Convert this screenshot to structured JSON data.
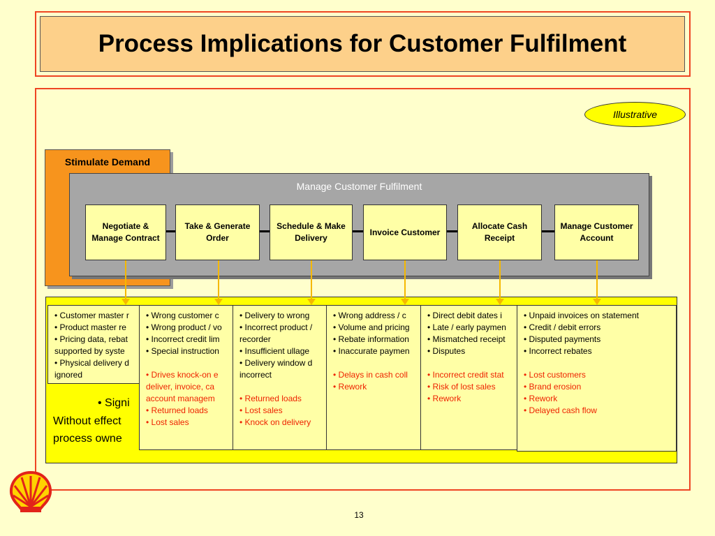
{
  "slide": {
    "title": "Process Implications for Customer Fulfilment",
    "tag": "Illustrative",
    "page_number": "13"
  },
  "stimulate_demand": {
    "label": "Stimulate Demand"
  },
  "manage_customer_fulfilment": {
    "label": "Manage Customer Fulfilment",
    "steps": [
      {
        "label": "Negotiate & Manage Contract"
      },
      {
        "label": "Take & Generate Order"
      },
      {
        "label": "Schedule & Make Delivery"
      },
      {
        "label": "Invoice Customer"
      },
      {
        "label": "Allocate Cash Receipt"
      },
      {
        "label": "Manage Customer Account"
      }
    ]
  },
  "background_text": {
    "line1": "• Signi",
    "line2": "Without effect",
    "line3": "process owne"
  },
  "implications": [
    {
      "issues": [
        "• Customer master r",
        "• Product master re",
        "• Pricing data, rebat",
        "   supported by syste",
        "• Physical delivery d",
        "   ignored"
      ],
      "impacts": []
    },
    {
      "issues": [
        "• Wrong customer c",
        "• Wrong product / vo",
        "• Incorrect credit lim",
        "• Special instruction"
      ],
      "impacts": [
        "• Drives knock-on e",
        "   deliver, invoice, ca",
        "   account managem",
        "• Returned loads",
        "• Lost sales"
      ]
    },
    {
      "issues": [
        "• Delivery to wrong",
        "• Incorrect product /",
        "recorder",
        "• Insufficient ullage",
        "• Delivery window d",
        "   incorrect"
      ],
      "impacts": [
        "• Returned loads",
        "• Lost sales",
        "• Knock on delivery"
      ]
    },
    {
      "issues": [
        "• Wrong address / c",
        "• Volume and pricing",
        "• Rebate information",
        "• Inaccurate paymen"
      ],
      "impacts": [
        "• Delays in cash coll",
        "• Rework"
      ]
    },
    {
      "issues": [
        "• Direct debit dates i",
        "• Late / early paymen",
        "• Mismatched receipt",
        "• Disputes"
      ],
      "impacts": [
        "• Incorrect credit stat",
        "• Risk of lost sales",
        "• Rework"
      ]
    },
    {
      "issues": [
        "• Unpaid invoices on statement",
        "• Credit / debit errors",
        "• Disputed payments",
        "• Incorrect rebates"
      ],
      "impacts": [
        "• Lost customers",
        "• Brand erosion",
        "• Rework",
        "• Delayed cash flow"
      ]
    }
  ],
  "colors": {
    "background": "#ffffcc",
    "frame": "#ee4422",
    "title_fill": "#fdd08a",
    "stimulate_fill": "#f7941d",
    "process_fill": "#a6a6a6",
    "step_fill": "#ffffa6",
    "band_fill": "#ffff00",
    "arrow": "#f5b800",
    "impact_text": "#ee2200"
  },
  "icons": {
    "logo": "shell-logo-icon"
  }
}
